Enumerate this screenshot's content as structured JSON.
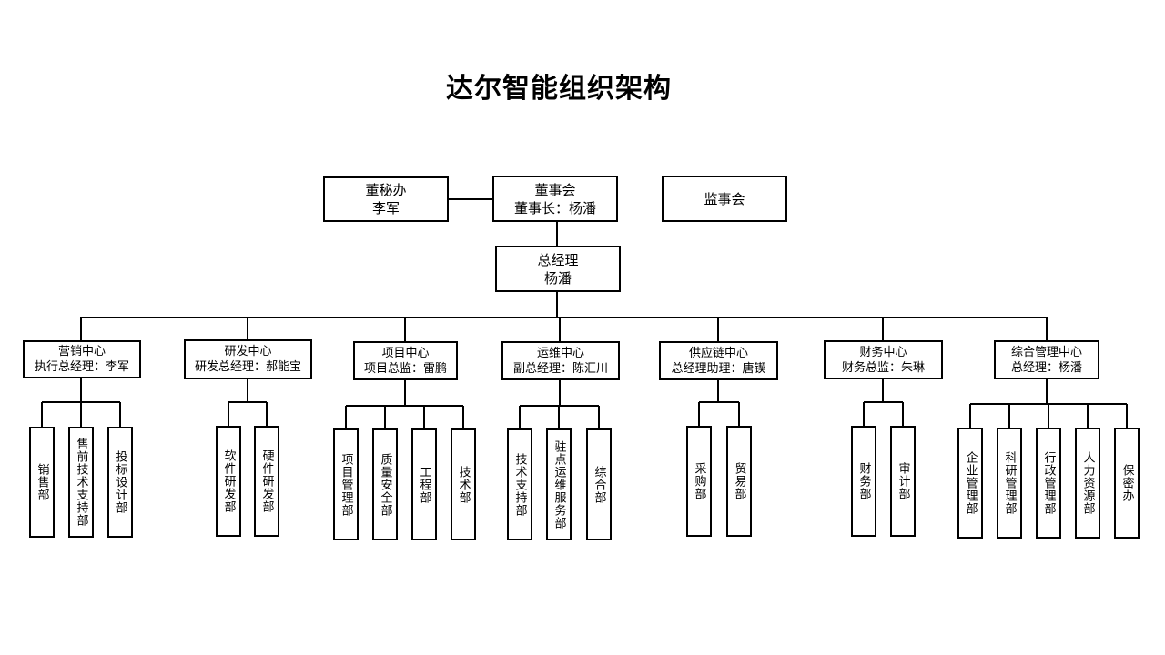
{
  "title": "达尔智能组织架构",
  "top": {
    "secretary": {
      "name": "董秘办",
      "person": "李军"
    },
    "board": {
      "name": "董事会",
      "person": "董事长：杨潘"
    },
    "supervisory": {
      "name": "监事会"
    },
    "gm": {
      "name": "总经理",
      "person": "杨潘"
    }
  },
  "centers": [
    {
      "name": "营销中心",
      "head": "执行总经理：李军",
      "departments": [
        "销售部",
        "售前技术支持部",
        "投标设计部"
      ]
    },
    {
      "name": "研发中心",
      "head": "研发总经理：郝能宝",
      "departments": [
        "软件研发部",
        "硬件研发部"
      ]
    },
    {
      "name": "项目中心",
      "head": "项目总监：雷鹏",
      "departments": [
        "项目管理部",
        "质量安全部",
        "工程部",
        "技术部"
      ]
    },
    {
      "name": "运维中心",
      "head": "副总经理：陈汇川",
      "departments": [
        "技术支持部",
        "驻点运维服务部",
        "综合部"
      ]
    },
    {
      "name": "供应链中心",
      "head": "总经理助理：唐锲",
      "departments": [
        "采购部",
        "贸易部"
      ]
    },
    {
      "name": "财务中心",
      "head": "财务总监：朱琳",
      "departments": [
        "财务部",
        "审计部"
      ]
    },
    {
      "name": "综合管理中心",
      "head": "总经理：杨潘",
      "departments": [
        "企业管理部",
        "科研管理部",
        "行政管理部",
        "人力资源部",
        "保密办"
      ]
    }
  ]
}
